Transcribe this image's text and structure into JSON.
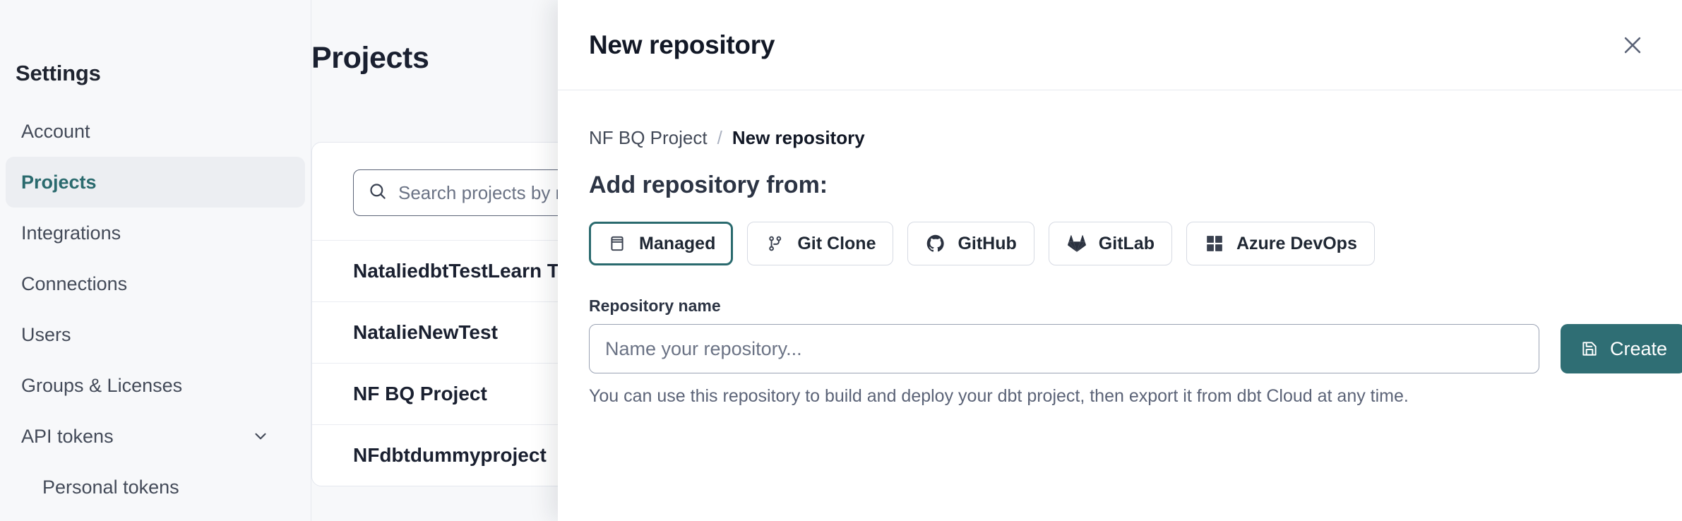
{
  "sidebar": {
    "title": "Settings",
    "items": [
      {
        "label": "Account",
        "active": false,
        "sub": false,
        "chevron": false
      },
      {
        "label": "Projects",
        "active": true,
        "sub": false,
        "chevron": false
      },
      {
        "label": "Integrations",
        "active": false,
        "sub": false,
        "chevron": false
      },
      {
        "label": "Connections",
        "active": false,
        "sub": false,
        "chevron": false
      },
      {
        "label": "Users",
        "active": false,
        "sub": false,
        "chevron": false
      },
      {
        "label": "Groups & Licenses",
        "active": false,
        "sub": false,
        "chevron": false
      },
      {
        "label": "API tokens",
        "active": false,
        "sub": false,
        "chevron": true
      },
      {
        "label": "Personal tokens",
        "active": false,
        "sub": true,
        "chevron": false
      }
    ]
  },
  "main": {
    "page_title": "Projects",
    "search": {
      "placeholder": "Search projects by name...",
      "value": "",
      "icon": "search-icon"
    },
    "projects": [
      "NataliedbtTestLearn T",
      "NatalieNewTest",
      "NF BQ Project",
      "NFdbtdummyproject"
    ]
  },
  "modal": {
    "title": "New repository",
    "close_icon": "close-icon",
    "breadcrumb": {
      "parent": "NF BQ Project",
      "separator": "/",
      "current": "New repository"
    },
    "section_heading": "Add repository from:",
    "sources": [
      {
        "label": "Managed",
        "icon": "database-icon",
        "selected": true
      },
      {
        "label": "Git Clone",
        "icon": "git-branch-icon",
        "selected": false
      },
      {
        "label": "GitHub",
        "icon": "github-icon",
        "selected": false
      },
      {
        "label": "GitLab",
        "icon": "gitlab-icon",
        "selected": false
      },
      {
        "label": "Azure DevOps",
        "icon": "azure-devops-icon",
        "selected": false
      }
    ],
    "repository_name": {
      "label": "Repository name",
      "placeholder": "Name your repository...",
      "value": ""
    },
    "create_button": {
      "label": "Create",
      "icon": "save-icon"
    },
    "helper_text": "You can use this repository to build and deploy your dbt project, then export it from dbt Cloud at any time."
  },
  "colors": {
    "accent_teal": "#2a6a6e",
    "create_button_bg": "#2f6e74",
    "page_background": "#f7f8fa",
    "text_primary": "#1f2430",
    "text_muted": "#5b6377"
  }
}
